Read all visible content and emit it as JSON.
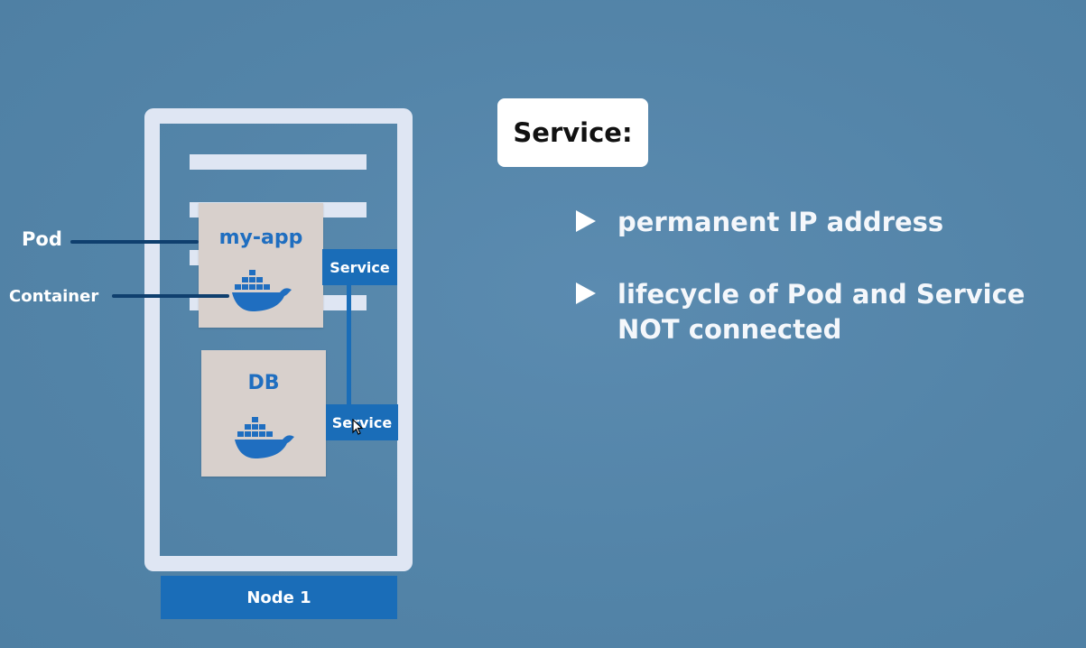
{
  "slide": {
    "title": "Service:",
    "bullets": [
      {
        "text": "permanent IP address"
      },
      {
        "text": "lifecycle of Pod and Service",
        "text2": "NOT connected"
      }
    ]
  },
  "diagram": {
    "node_label": "Node 1",
    "pod_annotation": "Pod",
    "container_annotation": "Container",
    "app_pod": {
      "title": "my-app",
      "service_label": "Service"
    },
    "db_pod": {
      "title": "DB",
      "service_label": "Service"
    },
    "colors": {
      "background": "#5384a8",
      "node_frame": "#dfe6f3",
      "service": "#1a6db8",
      "pod": "#d8d0cc",
      "pod_title": "#1f6ec0"
    }
  }
}
